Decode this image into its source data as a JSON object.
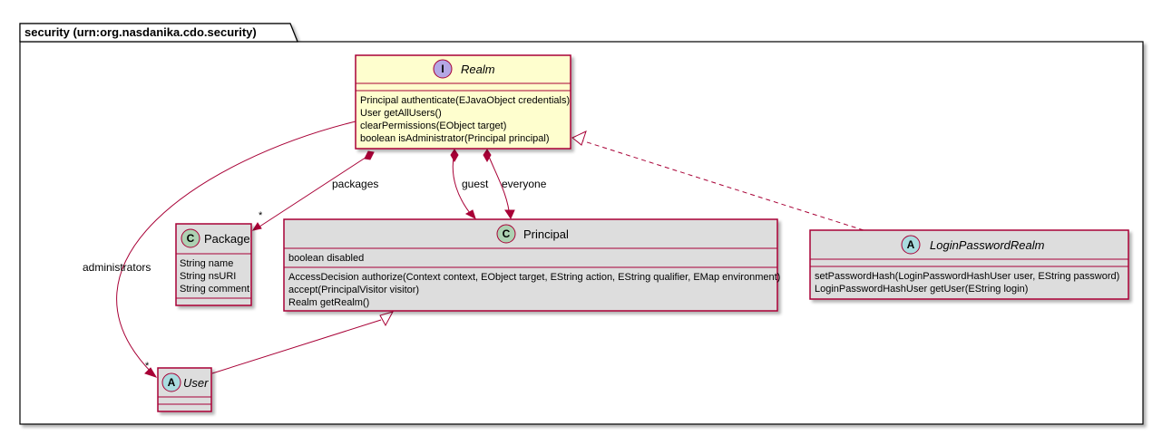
{
  "package": {
    "title": "security (urn:org.nasdanika.cdo.security)"
  },
  "classes": {
    "realm": {
      "stereotype_letter": "I",
      "name": "Realm",
      "fields": [],
      "methods": [
        "Principal authenticate(EJavaObject credentials)",
        "User getAllUsers()",
        "clearPermissions(EObject target)",
        "boolean isAdministrator(Principal principal)"
      ]
    },
    "package_cls": {
      "stereotype_letter": "C",
      "name": "Package",
      "fields": [
        "String name",
        "String nsURI",
        "String comment"
      ],
      "methods": []
    },
    "principal": {
      "stereotype_letter": "C",
      "name": "Principal",
      "fields": [
        "boolean disabled"
      ],
      "methods": [
        "AccessDecision authorize(Context context, EObject target, EString action, EString qualifier, EMap environment)",
        "accept(PrincipalVisitor visitor)",
        "Realm getRealm()"
      ]
    },
    "loginpasswordrealm": {
      "stereotype_letter": "A",
      "name": "LoginPasswordRealm",
      "fields": [],
      "methods": [
        "setPasswordHash(LoginPasswordHashUser user, EString password)",
        "LoginPasswordHashUser getUser(EString login)"
      ]
    },
    "user": {
      "stereotype_letter": "A",
      "name": "User",
      "fields": [],
      "methods": []
    }
  },
  "edges": {
    "packages": {
      "label": "packages",
      "multiplicity": "*"
    },
    "administrators": {
      "label": "administrators",
      "multiplicity": "*"
    },
    "guest": {
      "label": "guest"
    },
    "everyone": {
      "label": "everyone"
    }
  },
  "colors": {
    "interface_fill": "#fefece",
    "class_fill": "#dddddd",
    "border": "#a80036",
    "interface_badge": "#b4a7e5",
    "class_badge": "#add1b2",
    "abstract_badge": "#a9dcdf",
    "shadow": "#c8c8c8",
    "package_fill": "#ffffff"
  }
}
